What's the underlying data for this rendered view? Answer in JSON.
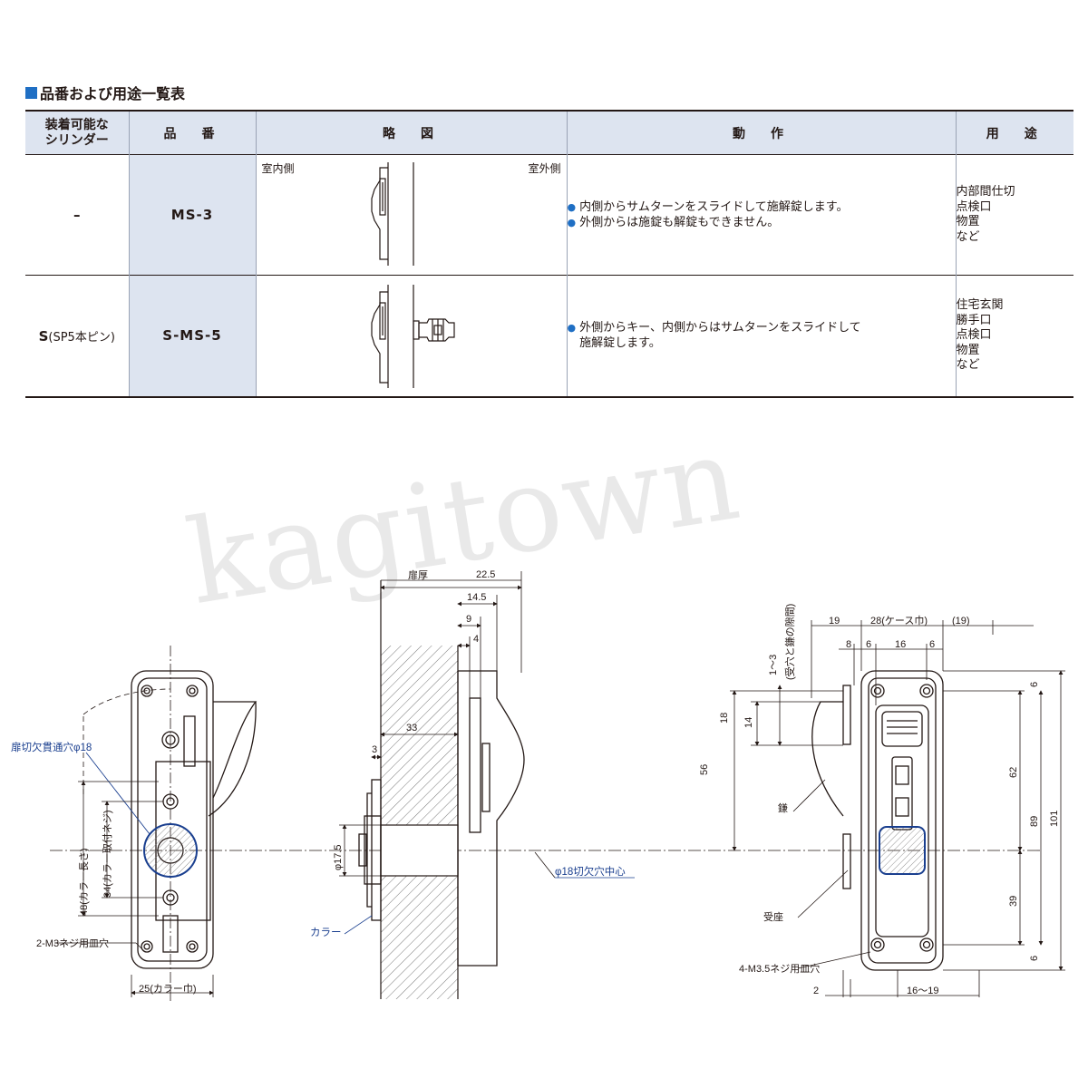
{
  "section_title": "品番および用途一覧表",
  "table": {
    "headers": {
      "cylinder": "装着可能な\nシリンダー",
      "part_no": "品　番",
      "diagram": "略　図",
      "action": "動　作",
      "use": "用　途"
    },
    "diagram_labels": {
      "indoor": "室内側",
      "outdoor": "室外側"
    },
    "rows": [
      {
        "cylinder_main": "–",
        "cylinder_sub": "",
        "part_no": "MS-3",
        "actions": [
          "内側からサムターンをスライドして施解錠します。",
          "外側からは施錠も解錠もできません。"
        ],
        "uses": [
          "内部間仕切",
          "点検口",
          "物置",
          "など"
        ]
      },
      {
        "cylinder_main": "S",
        "cylinder_sub": "(SP5本ピン)",
        "part_no": "S-MS-5",
        "actions": [
          "外側からキー、内側からはサムターンをスライドして",
          "施解錠します。"
        ],
        "uses": [
          "住宅玄関",
          "勝手口",
          "点検口",
          "物置",
          "など"
        ]
      }
    ]
  },
  "watermark": "kagitown",
  "drawing": {
    "front": {
      "through_hole": "扉切欠貫通穴φ18",
      "collar_length": "48(カラー長さ)",
      "collar_screw": "34(カラー取付ネジ)",
      "screw_holes": "2-M3ネジ用皿穴",
      "collar_width": "25(カラー巾)"
    },
    "section": {
      "door_thickness": "扉厚",
      "d_225": "22.5",
      "d_145": "14.5",
      "d_9": "9",
      "d_4": "4",
      "d_33": "33",
      "d_3": "3",
      "d_phi175": "φ17.5",
      "collar": "カラー",
      "cutout_center": "φ18切欠穴中心"
    },
    "back": {
      "d_19a": "19",
      "case_width": "28(ケース巾)",
      "d_19b": "(19)",
      "d_8": "8",
      "d_6a": "6",
      "d_16": "16",
      "d_6b": "6",
      "gap": "1〜3",
      "gap_note": "(受穴と鎌の隙間)",
      "d_18": "18",
      "d_14": "14",
      "d_56": "56",
      "hook": "鎌",
      "strike": "受座",
      "screw_holes": "4-M3.5ネジ用皿穴",
      "d_2": "2",
      "d_16_19": "16〜19",
      "v_6a": "6",
      "v_62": "62",
      "v_89": "89",
      "v_101": "101",
      "v_39": "39",
      "v_6b": "6"
    }
  }
}
